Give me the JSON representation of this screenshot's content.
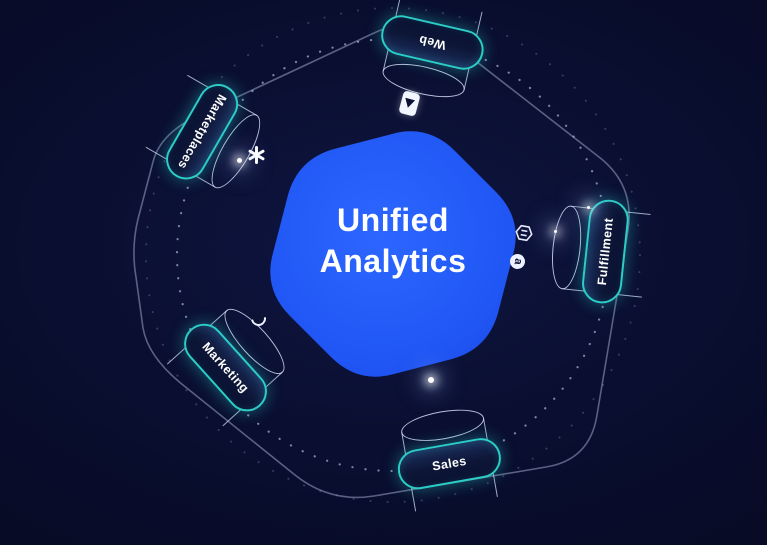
{
  "diagram": {
    "title_line1": "Unified",
    "title_line2": "Analytics",
    "nodes": [
      {
        "id": "web",
        "label": "Web"
      },
      {
        "id": "marketplaces",
        "label": "Marketplaces"
      },
      {
        "id": "fulfillment",
        "label": "Fulfillment"
      },
      {
        "id": "marketing",
        "label": "Marketing"
      },
      {
        "id": "sales",
        "label": "Sales"
      }
    ],
    "icons": [
      {
        "name": "card-icon"
      },
      {
        "name": "walmart-spark-icon"
      },
      {
        "name": "hexagon-badge-icon"
      },
      {
        "name": "amazon-a-icon"
      },
      {
        "name": "swirl-logo-icon"
      }
    ],
    "colors": {
      "background": "#0a0e30",
      "hexagon_blue": "#2158f5",
      "pill_teal": "#2bcdc6",
      "outline": "#a8b2d4",
      "text": "#ffffff"
    }
  }
}
